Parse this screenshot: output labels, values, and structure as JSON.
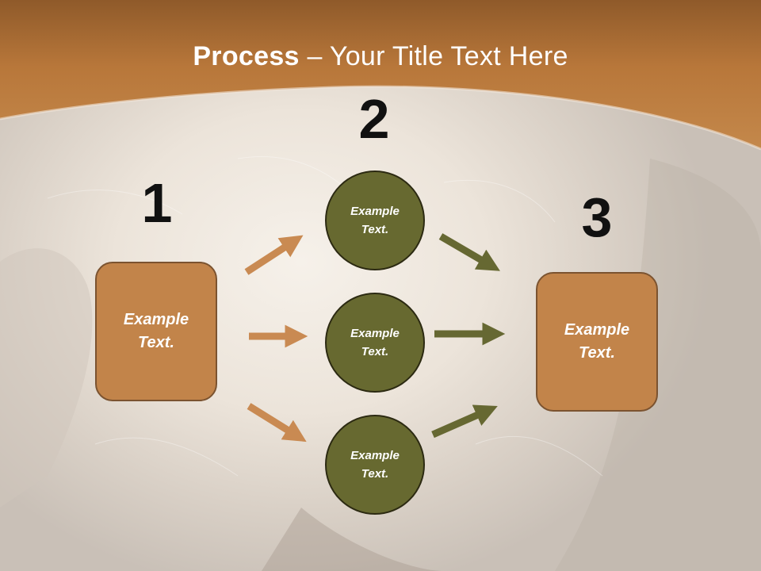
{
  "title": {
    "bold": "Process",
    "rest": " – Your Title Text Here"
  },
  "steps": [
    {
      "number": "1",
      "text": "Example Text."
    },
    {
      "number": "2",
      "items": [
        "Example Text.",
        "Example Text.",
        "Example Text."
      ]
    },
    {
      "number": "3",
      "text": "Example Text."
    }
  ],
  "colors": {
    "header": "#b8773a",
    "box_fill": "#c2844a",
    "circle_fill": "#676930",
    "arrow_orange": "#c98a52",
    "arrow_olive": "#666832"
  }
}
